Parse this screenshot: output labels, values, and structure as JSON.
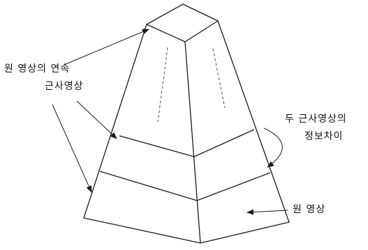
{
  "labels": {
    "continuous_line1": "원 영상의 연속",
    "continuous_line2": "근사영상",
    "difference_line1": "두 근사영상의",
    "difference_line2": "정보차이",
    "original": "원 영상"
  },
  "colors": {
    "line": "#1a1a1a",
    "hidden_line": "#555555",
    "text": "#111111",
    "background": "#ffffff"
  }
}
